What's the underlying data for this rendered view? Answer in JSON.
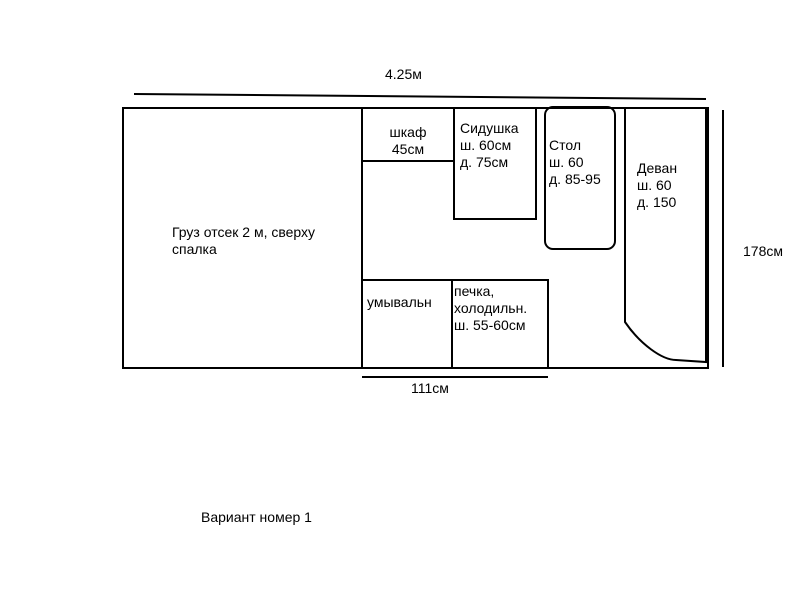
{
  "dimensions": {
    "total_length": "4.25м",
    "height": "178см",
    "bottom_width": "111см"
  },
  "zones": {
    "cargo": {
      "lines": [
        "Груз отсек 2 м, сверху",
        "спалка"
      ]
    },
    "wardrobe": {
      "lines": [
        "шкаф",
        "45см"
      ]
    },
    "seat": {
      "lines": [
        "Сидушка",
        "ш. 60см",
        "д. 75см"
      ]
    },
    "table": {
      "lines": [
        "Стол",
        "ш. 60",
        "д. 85-95"
      ]
    },
    "sofa": {
      "lines": [
        "Деван",
        "ш. 60",
        "д. 150"
      ]
    },
    "washbasin": {
      "lines": [
        "умывальн"
      ]
    },
    "stove": {
      "lines": [
        "печка,",
        "холодильн.",
        "ш. 55-60см"
      ]
    }
  },
  "caption": "Вариант номер 1",
  "colors": {
    "stroke": "#000000",
    "background": "#ffffff"
  }
}
